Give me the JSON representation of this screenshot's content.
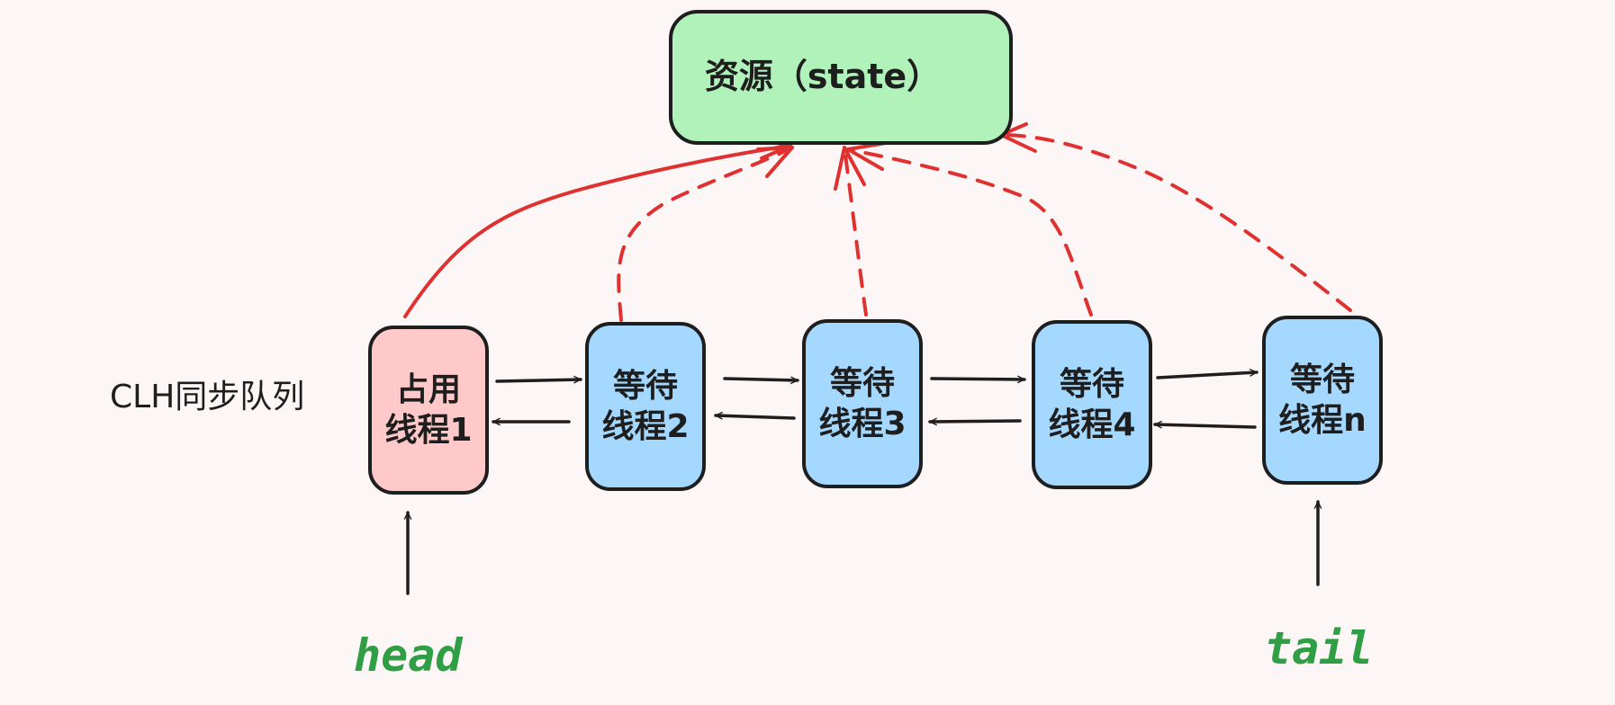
{
  "resource": {
    "label": "资源（state）"
  },
  "queue_label": "CLH同步队列",
  "nodes": [
    {
      "line1": "占用",
      "line2": "线程1",
      "status": "occupied"
    },
    {
      "line1": "等待",
      "line2": "线程2",
      "status": "waiting"
    },
    {
      "line1": "等待",
      "line2": "线程3",
      "status": "waiting"
    },
    {
      "line1": "等待",
      "line2": "线程4",
      "status": "waiting"
    },
    {
      "line1": "等待",
      "line2": "线程n",
      "status": "waiting"
    }
  ],
  "pointers": {
    "head": "head",
    "tail": "tail"
  },
  "colors": {
    "resource_fill": "#b1f2bb",
    "occupied_fill": "#ffc9c9",
    "waiting_fill": "#a5d8ff",
    "edge_red": "#e03131",
    "pointer_green": "#2f9e44",
    "ink": "#1e1e1e"
  }
}
